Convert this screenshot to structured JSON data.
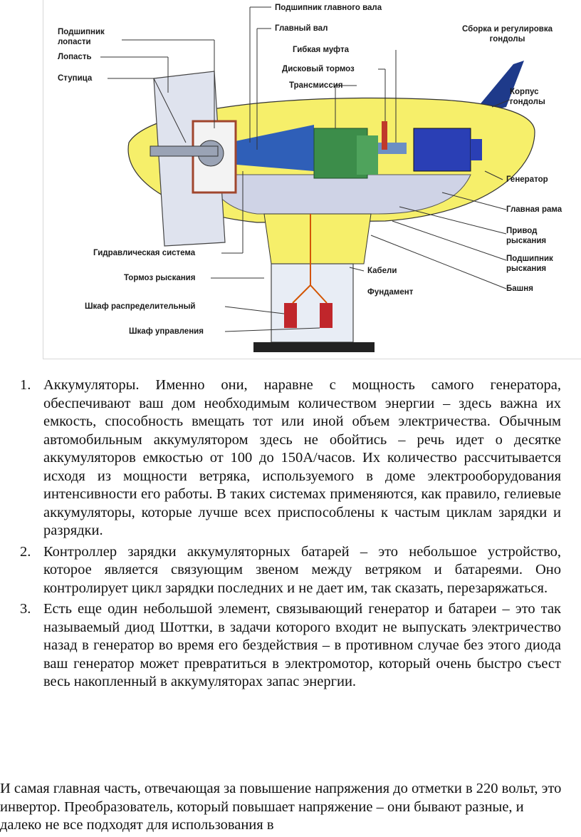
{
  "figure": {
    "labels": {
      "blade_bearing": "Подшипник\nлопасти",
      "blade": "Лопасть",
      "hub": "Ступица",
      "main_shaft_bearing": "Подшипник главного вала",
      "main_shaft": "Главный вал",
      "flexible_coupling": "Гибкая муфта",
      "disc_brake": "Дисковый тормоз",
      "transmission": "Трансмиссия",
      "nacelle_assembly": "Сборка и регулировка\nгондолы",
      "nacelle_body": "Корпус\nгондолы",
      "generator": "Генератор",
      "main_frame": "Главная рама",
      "yaw_drive": "Привод\nрыскания",
      "yaw_bearing": "Подшипник\nрыскания",
      "tower": "Башня",
      "hydraulic_system": "Гидравлическая система",
      "yaw_brake": "Тормоз рыскания",
      "cables": "Кабели",
      "foundation": "Фундамент",
      "distribution_cabinet": "Шкаф распределительный",
      "control_cabinet": "Шкаф управления"
    }
  },
  "list": [
    {
      "num": "1.",
      "text": "Аккумуляторы. Именно они, наравне с мощность самого генератора, обеспечивают ваш дом необходимым количеством энергии – здесь важна их емкость, способность вмещать тот или иной объем электричества. Обычным автомобильным аккумулятором здесь не обойтись – речь идет о десятке аккумуляторов емкостью от 100 до 150А/часов. Их количество рассчитывается исходя из мощности ветряка, используемого в доме электрооборудования интенсивности его работы. В таких системах применяются, как правило, гелиевые аккумуляторы, которые лучше всех приспособлены к частым циклам зарядки и разрядки."
    },
    {
      "num": "2.",
      "text": "Контроллер зарядки аккумуляторных батарей – это небольшое устройство, которое является связующим звеном между ветряком и батареями. Оно контролирует цикл зарядки последних и не дает им, так сказать, перезаряжаться."
    },
    {
      "num": "3.",
      "text": "Есть еще один небольшой элемент, связывающий генератор и батареи – это так называемый диод Шоттки, в задачи которого входит не выпускать электричество назад в генератор во время его бездействия – в противном случае без этого диода ваш генератор может превратиться в электромотор, который очень быстро съест весь накопленный в аккумуляторах запас энергии."
    }
  ],
  "paragraph": "И самая главная часть, отвечающая за повышение напряжения до отметки в 220 вольт, это инвертор. Преобразователь, который повышает напряжение – они бывают разные, и далеко не все подходят для использования в"
}
